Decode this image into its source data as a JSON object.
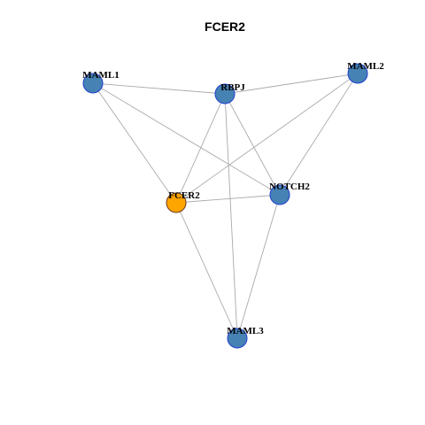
{
  "title": "FCER2",
  "colors": {
    "node_fill": "#4682B4",
    "node_border": "#1F3FCC",
    "focus_fill": "#FFA500",
    "focus_border": "#6B3A1E",
    "edge": "#AAAAAA"
  },
  "nodes": [
    {
      "id": "MAML1",
      "label": "MAML1",
      "focus": false
    },
    {
      "id": "RBPJ",
      "label": "RBPJ",
      "focus": false
    },
    {
      "id": "MAML2",
      "label": "MAML2",
      "focus": false
    },
    {
      "id": "FCER2",
      "label": "FCER2",
      "focus": true
    },
    {
      "id": "NOTCH2",
      "label": "NOTCH2",
      "focus": false
    },
    {
      "id": "MAML3",
      "label": "MAML3",
      "focus": false
    }
  ],
  "edges": [
    [
      "MAML1",
      "RBPJ"
    ],
    [
      "MAML1",
      "FCER2"
    ],
    [
      "MAML1",
      "NOTCH2"
    ],
    [
      "RBPJ",
      "MAML2"
    ],
    [
      "RBPJ",
      "FCER2"
    ],
    [
      "RBPJ",
      "NOTCH2"
    ],
    [
      "RBPJ",
      "MAML3"
    ],
    [
      "MAML2",
      "FCER2"
    ],
    [
      "MAML2",
      "NOTCH2"
    ],
    [
      "FCER2",
      "NOTCH2"
    ],
    [
      "FCER2",
      "MAML3"
    ],
    [
      "NOTCH2",
      "MAML3"
    ]
  ]
}
